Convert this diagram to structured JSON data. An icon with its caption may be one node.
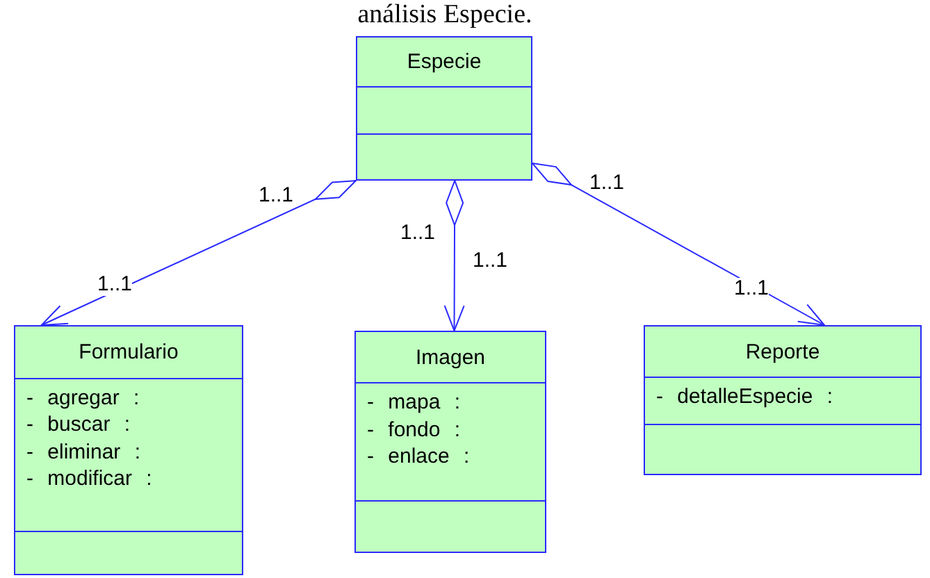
{
  "diagram": {
    "title": "análisis Especie.",
    "nodes": [
      {
        "text": [
          "Especie"
        ]
      },
      {
        "text": [
          "Formulario",
          "- agregar :",
          "- buscar :",
          "- eliminar :",
          "- modificar :"
        ]
      },
      {
        "text": [
          "Imagen",
          "- mapa :",
          "- fondo :",
          "- enlace :"
        ]
      },
      {
        "text": [
          "Reporte",
          "- detalleEspecie :"
        ]
      }
    ],
    "edges": [
      {
        "from": 0,
        "to": 1,
        "arrow": "to",
        "label": "1..1"
      },
      {
        "from": 0,
        "to": 2,
        "arrow": "to",
        "label": "1..1"
      },
      {
        "from": 0,
        "to": 3,
        "arrow": "to",
        "label": "1..1"
      }
    ],
    "labels": [
      "1..1",
      "1..1",
      "1..1"
    ]
  }
}
